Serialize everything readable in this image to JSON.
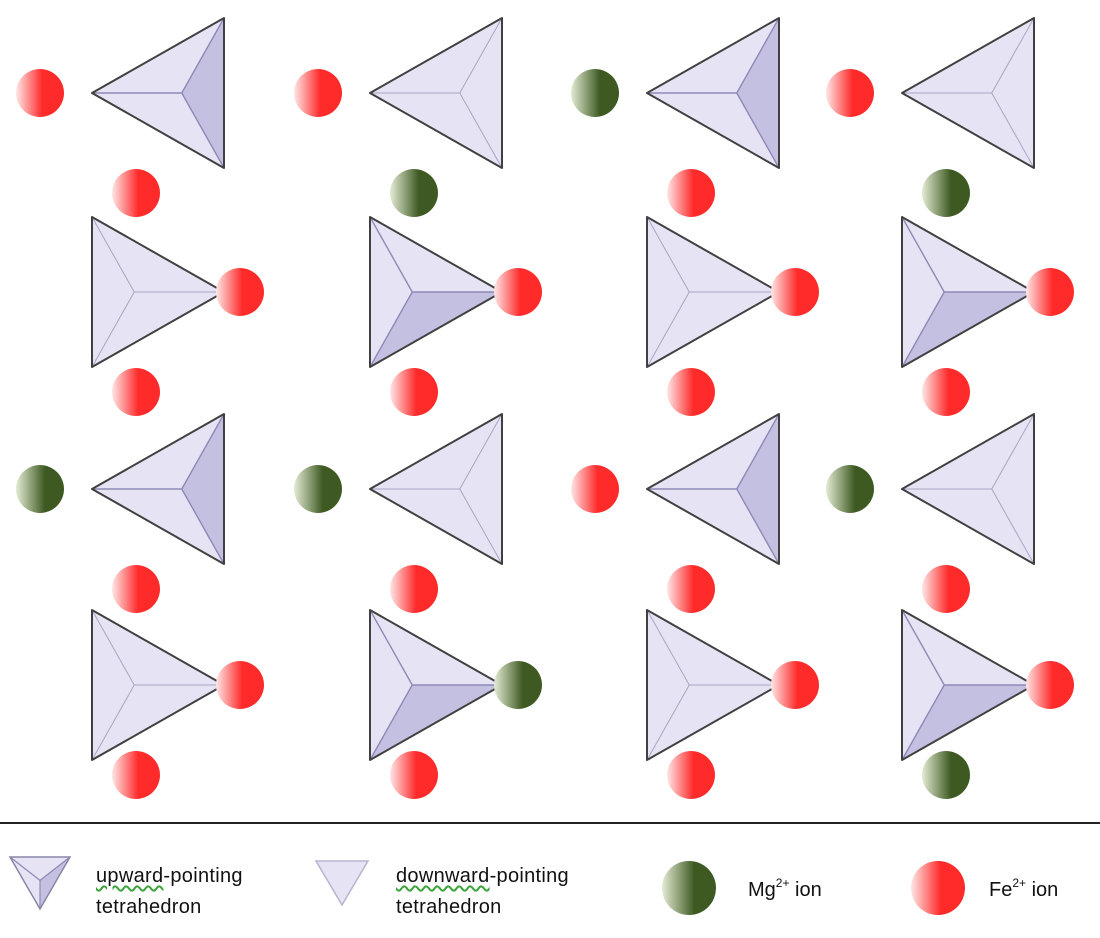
{
  "diagram": {
    "rows": [
      {
        "orientation": "left",
        "units": [
          {
            "pointing": "upward",
            "ions": [
              "Fe",
              "Fe"
            ]
          },
          {
            "pointing": "downward",
            "ions": [
              "Fe",
              "Mg"
            ]
          },
          {
            "pointing": "upward",
            "ions": [
              "Mg",
              "Fe"
            ]
          },
          {
            "pointing": "downward",
            "ions": [
              "Fe",
              "Mg"
            ]
          }
        ]
      },
      {
        "orientation": "right",
        "units": [
          {
            "pointing": "downward",
            "ions": [
              "Fe",
              "Fe"
            ]
          },
          {
            "pointing": "upward",
            "ions": [
              "Fe",
              "Fe"
            ]
          },
          {
            "pointing": "downward",
            "ions": [
              "Fe",
              "Fe"
            ]
          },
          {
            "pointing": "upward",
            "ions": [
              "Fe",
              "Fe"
            ]
          }
        ]
      },
      {
        "orientation": "left",
        "units": [
          {
            "pointing": "upward",
            "ions": [
              "Mg",
              "Fe"
            ]
          },
          {
            "pointing": "downward",
            "ions": [
              "Mg",
              "Fe"
            ]
          },
          {
            "pointing": "upward",
            "ions": [
              "Fe",
              "Fe"
            ]
          },
          {
            "pointing": "downward",
            "ions": [
              "Mg",
              "Fe"
            ]
          }
        ]
      },
      {
        "orientation": "right",
        "units": [
          {
            "pointing": "downward",
            "ions": [
              "Fe",
              "Fe"
            ]
          },
          {
            "pointing": "upward",
            "ions": [
              "Mg",
              "Fe"
            ]
          },
          {
            "pointing": "downward",
            "ions": [
              "Fe",
              "Fe"
            ]
          },
          {
            "pointing": "upward",
            "ions": [
              "Fe",
              "Mg"
            ]
          }
        ]
      }
    ]
  },
  "legend": {
    "upward": {
      "line1_word": "upward",
      "line1_rest": "-pointing",
      "line2": "tetrahedron"
    },
    "downward": {
      "line1_word": "downward",
      "line1_rest": "-pointing",
      "line2": "tetrahedron"
    },
    "mg": {
      "symbol": "Mg",
      "charge": "2+",
      "suffix": " ion"
    },
    "fe": {
      "symbol": "Fe",
      "charge": "2+",
      "suffix": " ion"
    }
  },
  "colors": {
    "tetra_face_light": "#e6e4f4",
    "tetra_face_shade": "#c4c0e2",
    "tetra_edge": "#404040",
    "tetra_inner_edge": "#a8a4c4",
    "fe_core": "#ff2a2a",
    "fe_highlight": "#ffe6e6",
    "mg_core": "#3e5a22",
    "mg_highlight": "#e4ecd4",
    "divider": "#222222"
  }
}
